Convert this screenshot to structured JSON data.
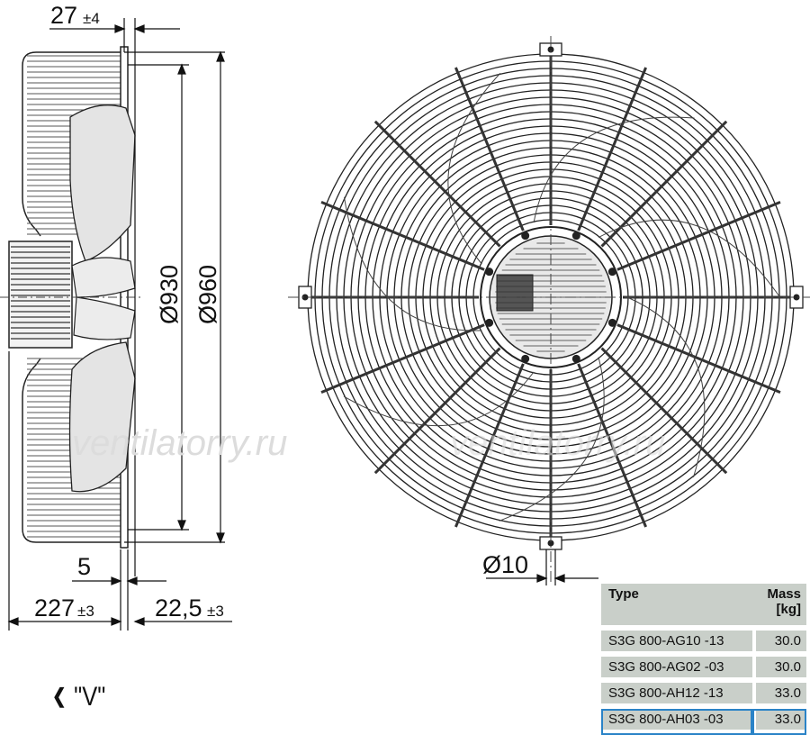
{
  "dimensions": {
    "top_offset": "27",
    "top_offset_tol": "±4",
    "inner_diameter": "Ø930",
    "outer_diameter": "Ø960",
    "flange_thickness": "5",
    "depth_left": "227",
    "depth_left_tol": "±3",
    "depth_right": "22,5",
    "depth_right_tol": "±3",
    "hole_diameter": "Ø10"
  },
  "view_label": "\"V\"",
  "watermark": "ventilatorry.ru",
  "table": {
    "header_type": "Type",
    "header_mass_1": "Mass",
    "header_mass_2": "[kg]",
    "rows": [
      {
        "type": "S3G 800-AG10  -13",
        "mass": "30.0"
      },
      {
        "type": "S3G 800-AG02  -03",
        "mass": "30.0"
      },
      {
        "type": "S3G 800-AH12  -13",
        "mass": "33.0"
      },
      {
        "type": "S3G 800-AH03  -03",
        "mass": "33.0"
      }
    ]
  },
  "colors": {
    "selection": "#2a83c7",
    "table_bg": "#c9cfc9",
    "line": "#222222"
  }
}
